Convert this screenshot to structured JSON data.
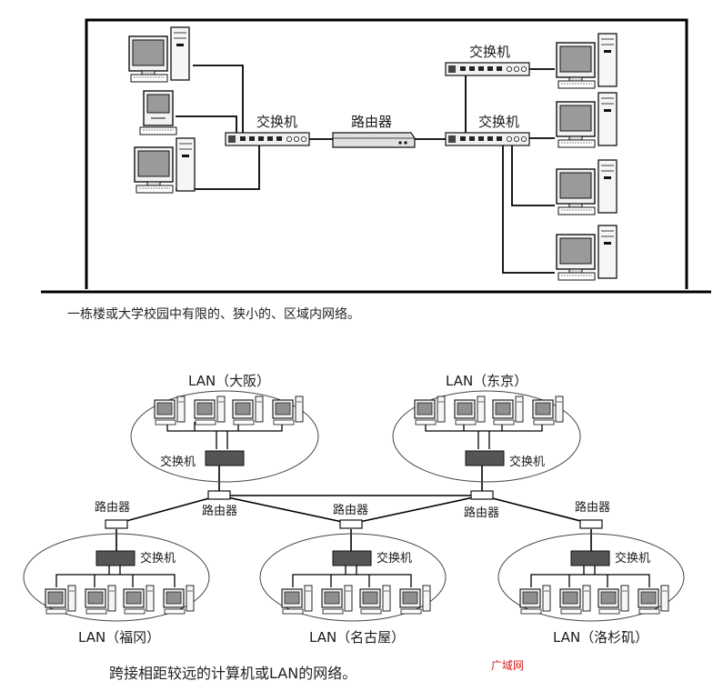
{
  "top_diagram": {
    "switch_left_label": "交换机",
    "switch_right_top_label": "交换机",
    "switch_right_mid_label": "交换机",
    "router_label": "路由器",
    "caption": "一栋楼或大学校园中有限的、狭小的、区域内网络。"
  },
  "bottom_diagram": {
    "lans": [
      {
        "label": "LAN（大阪）",
        "switch_label": "交换机"
      },
      {
        "label": "LAN（东京）",
        "switch_label": "交换机"
      },
      {
        "label": "LAN（福冈）",
        "switch_label": "交换机"
      },
      {
        "label": "LAN（名古屋）",
        "switch_label": "交换机"
      },
      {
        "label": "LAN（洛杉矶）",
        "switch_label": "交换机"
      }
    ],
    "routers": [
      {
        "label": "路由器"
      },
      {
        "label": "路由器"
      },
      {
        "label": "路由器"
      },
      {
        "label": "路由器"
      },
      {
        "label": "路由器"
      }
    ],
    "caption": "跨接相距较远的计算机或LAN的网络。"
  },
  "watermark": "广域网"
}
